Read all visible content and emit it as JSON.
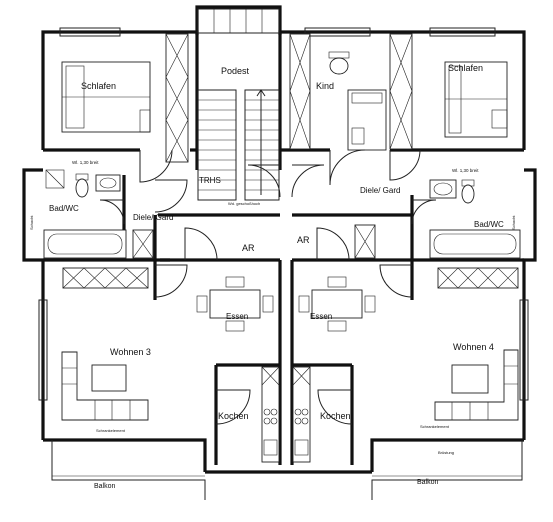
{
  "plan": {
    "rooms": {
      "podest": "Podest",
      "schlafen_left": "Schlafen",
      "schlafen_right": "Schlafen",
      "kind": "Kind",
      "trhs": "TRHS",
      "dg_left": "Diele/ Gard",
      "dg_right": "Diele/ Gard",
      "bad_left": "Bad/WC",
      "bad_right": "Bad/WC",
      "ar_left": "AR",
      "ar_right": "AR",
      "essen_left": "Essen",
      "essen_right": "Essen",
      "wohnen3": "Wohnen 3",
      "wohnen4": "Wohnen 4",
      "kochen_left": "Kochen",
      "kochen_right": "Kochen",
      "balkon_left": "Balkon",
      "balkon_right": "Balkon"
    },
    "notes": {
      "win_left": "Wl. 1,30 breit",
      "win_right": "Wl. 1,30 breit",
      "stair_note": "Wd. geschoßhoch",
      "schrank_left": "Schrankelement",
      "schrank_right": "Schrankelement",
      "balustrade_right": "Brüstung",
      "schacht_left": "Schacht",
      "schacht_right": "Schacht"
    }
  }
}
